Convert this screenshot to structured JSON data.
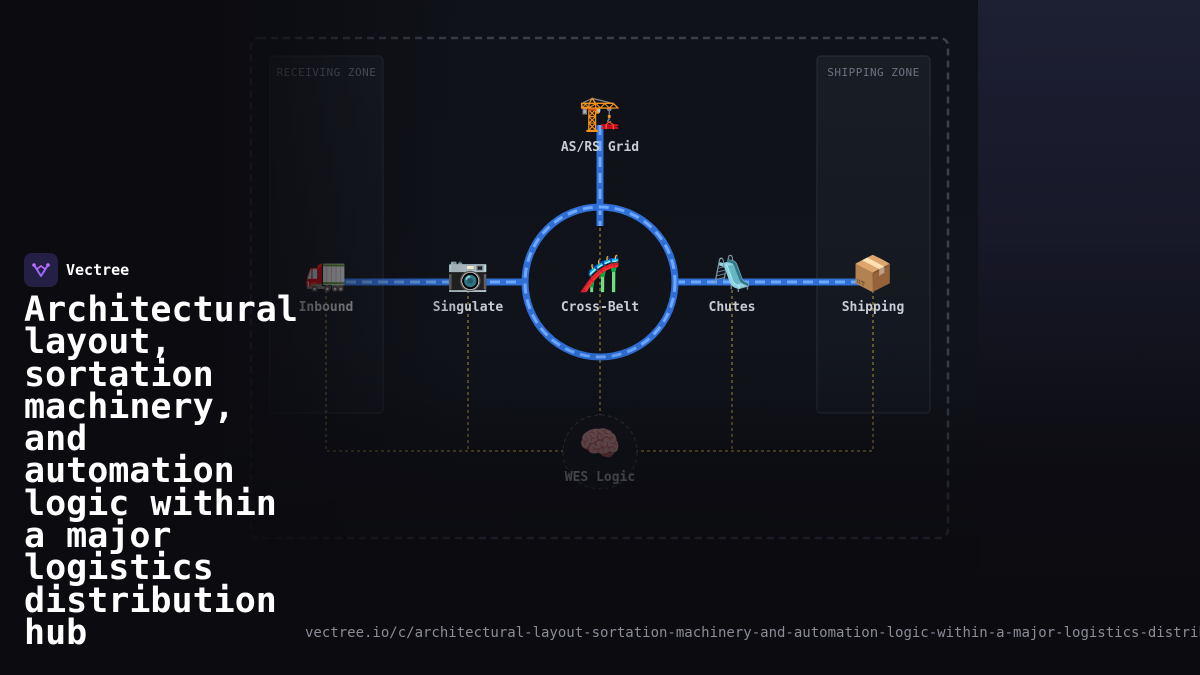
{
  "brand": {
    "name": "Vectree",
    "logo_icon": "vectree-logo-icon",
    "logo_color": "#7c4dff"
  },
  "headline": "Architectural layout, sortation machinery, and automation logic within a major logistics distribution hub",
  "url": "vectree.io/c/architectural-layout-sortation-machinery-and-automation-logic-within-a-major-logistics-distrib",
  "diagram": {
    "zones": [
      {
        "id": "receiving",
        "label": "RECEIVING ZONE"
      },
      {
        "id": "shipping",
        "label": "SHIPPING ZONE"
      }
    ],
    "nodes": [
      {
        "id": "inbound",
        "label": "Inbound",
        "icon": "truck-icon",
        "glyph": "🚛"
      },
      {
        "id": "singulate",
        "label": "Singulate",
        "icon": "camera-icon",
        "glyph": "📷"
      },
      {
        "id": "crossbelt",
        "label": "Cross-Belt",
        "icon": "roller-coaster-icon",
        "glyph": "🎢"
      },
      {
        "id": "chutes",
        "label": "Chutes",
        "icon": "slide-icon",
        "glyph": "🛝"
      },
      {
        "id": "shipping",
        "label": "Shipping",
        "icon": "package-icon",
        "glyph": "📦"
      },
      {
        "id": "asrs",
        "label": "AS/RS Grid",
        "icon": "crane-icon",
        "glyph": "🏗️"
      },
      {
        "id": "wes",
        "label": "WES Logic",
        "icon": "brain-icon",
        "glyph": "🧠"
      }
    ],
    "colors": {
      "flow": "#3b82f6",
      "flow_dash": "#6ea8ff",
      "control_link": "#b59a3a",
      "zone_border": "#3a3f4a",
      "background": "#0b0b10"
    }
  }
}
